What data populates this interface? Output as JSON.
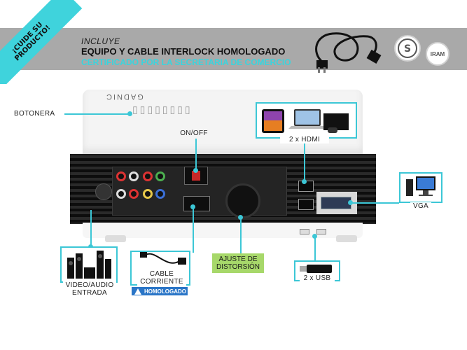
{
  "banner": {
    "ribbon_line1": "¡CUIDE SU",
    "ribbon_line2": "PRODUCTO!",
    "incluye": "INCLUYE",
    "line1": "EQUIPO Y CABLE INTERLOCK HOMOLOGADO",
    "line2": "CERTIFICADO POR LA SECRETARIA DE COMERCIO",
    "seal_s": "S",
    "seal_iram": "IRAM"
  },
  "projector": {
    "brand": "GADNIC"
  },
  "labels": {
    "botonera": "BOTONERA",
    "on_off": "ON/OFF",
    "hdmi": "2 x HDMI",
    "vga": "VGA",
    "video_audio_1": "VIDEO/AUDIO",
    "video_audio_2": "ENTRADA",
    "cable_1": "CABLE",
    "cable_2": "CORRIENTE",
    "homologado": "HOMOLOGADO",
    "ajuste_1": "AJUSTE DE",
    "ajuste_2": "DISTORSIÓN",
    "usb": "2 x USB"
  },
  "colors": {
    "accent_cyan": "#3cc7d6",
    "banner_gray": "#a9a9a9",
    "ajuste_green": "#a7d86a",
    "homologado_blue": "#2a75c7"
  }
}
